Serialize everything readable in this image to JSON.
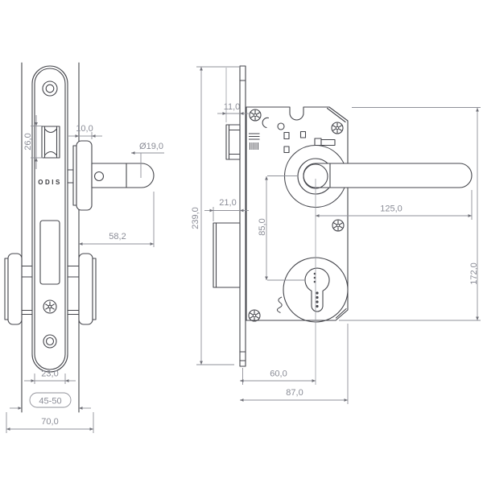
{
  "drawing_title": "mortise-lock-technical-drawing",
  "brand": {
    "logo": "ODIS"
  },
  "dimensions": {
    "roller_height": "26,0",
    "rose_thickness": "10,0",
    "handle_diameter": "Ø19,0",
    "handle_projection": "58,2",
    "faceplate_width": "23,0",
    "door_thickness_range": "45-50",
    "overall_width": "70,0",
    "latch_throw": "11,0",
    "faceplate_length": "239,0",
    "deadbolt_throw": "21,0",
    "handle_to_cylinder": "85,0",
    "lever_length": "125,0",
    "case_height": "172,0",
    "backset": "60,0",
    "case_depth": "87,0"
  },
  "colors": {
    "outline": "#45464c",
    "dimension": "#8f9098",
    "dimension_text": "#8a8c96",
    "background": "#ffffff"
  }
}
